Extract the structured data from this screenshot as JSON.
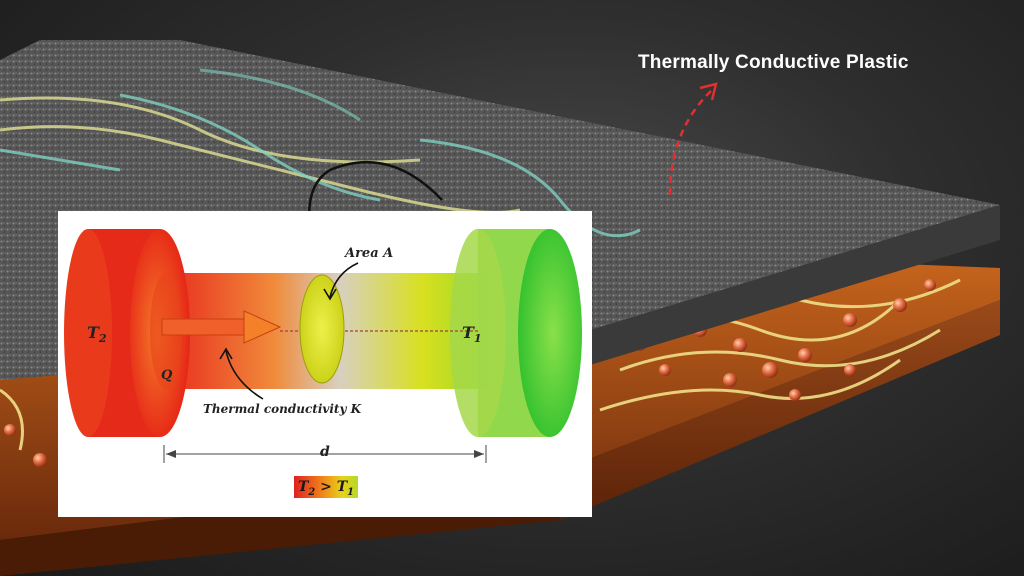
{
  "headline": "Thermally Conductive Plastic",
  "diagram": {
    "hot_symbol": "T",
    "hot_subscript": "2",
    "cold_symbol": "T",
    "cold_subscript": "1",
    "heat_label": "Q",
    "area_label": "Area A",
    "conductivity_label": "Thermal conductivity K",
    "distance_label": "d",
    "legend_left": "T",
    "legend_left_sub": "2",
    "legend_op": " > ",
    "legend_right": "T",
    "legend_right_sub": "1"
  },
  "colors": {
    "hot": "#e8261c",
    "cold": "#3cc63c",
    "arrow_dashed": "#e03030",
    "foam": "#5a5a5a",
    "base": "#8a3a12",
    "fiber": "#e6e08a"
  },
  "icons": [
    "curved-arrow-icon",
    "dashed-arrow-icon",
    "heat-flow-arrow-icon",
    "dimension-arrow-icon"
  ]
}
